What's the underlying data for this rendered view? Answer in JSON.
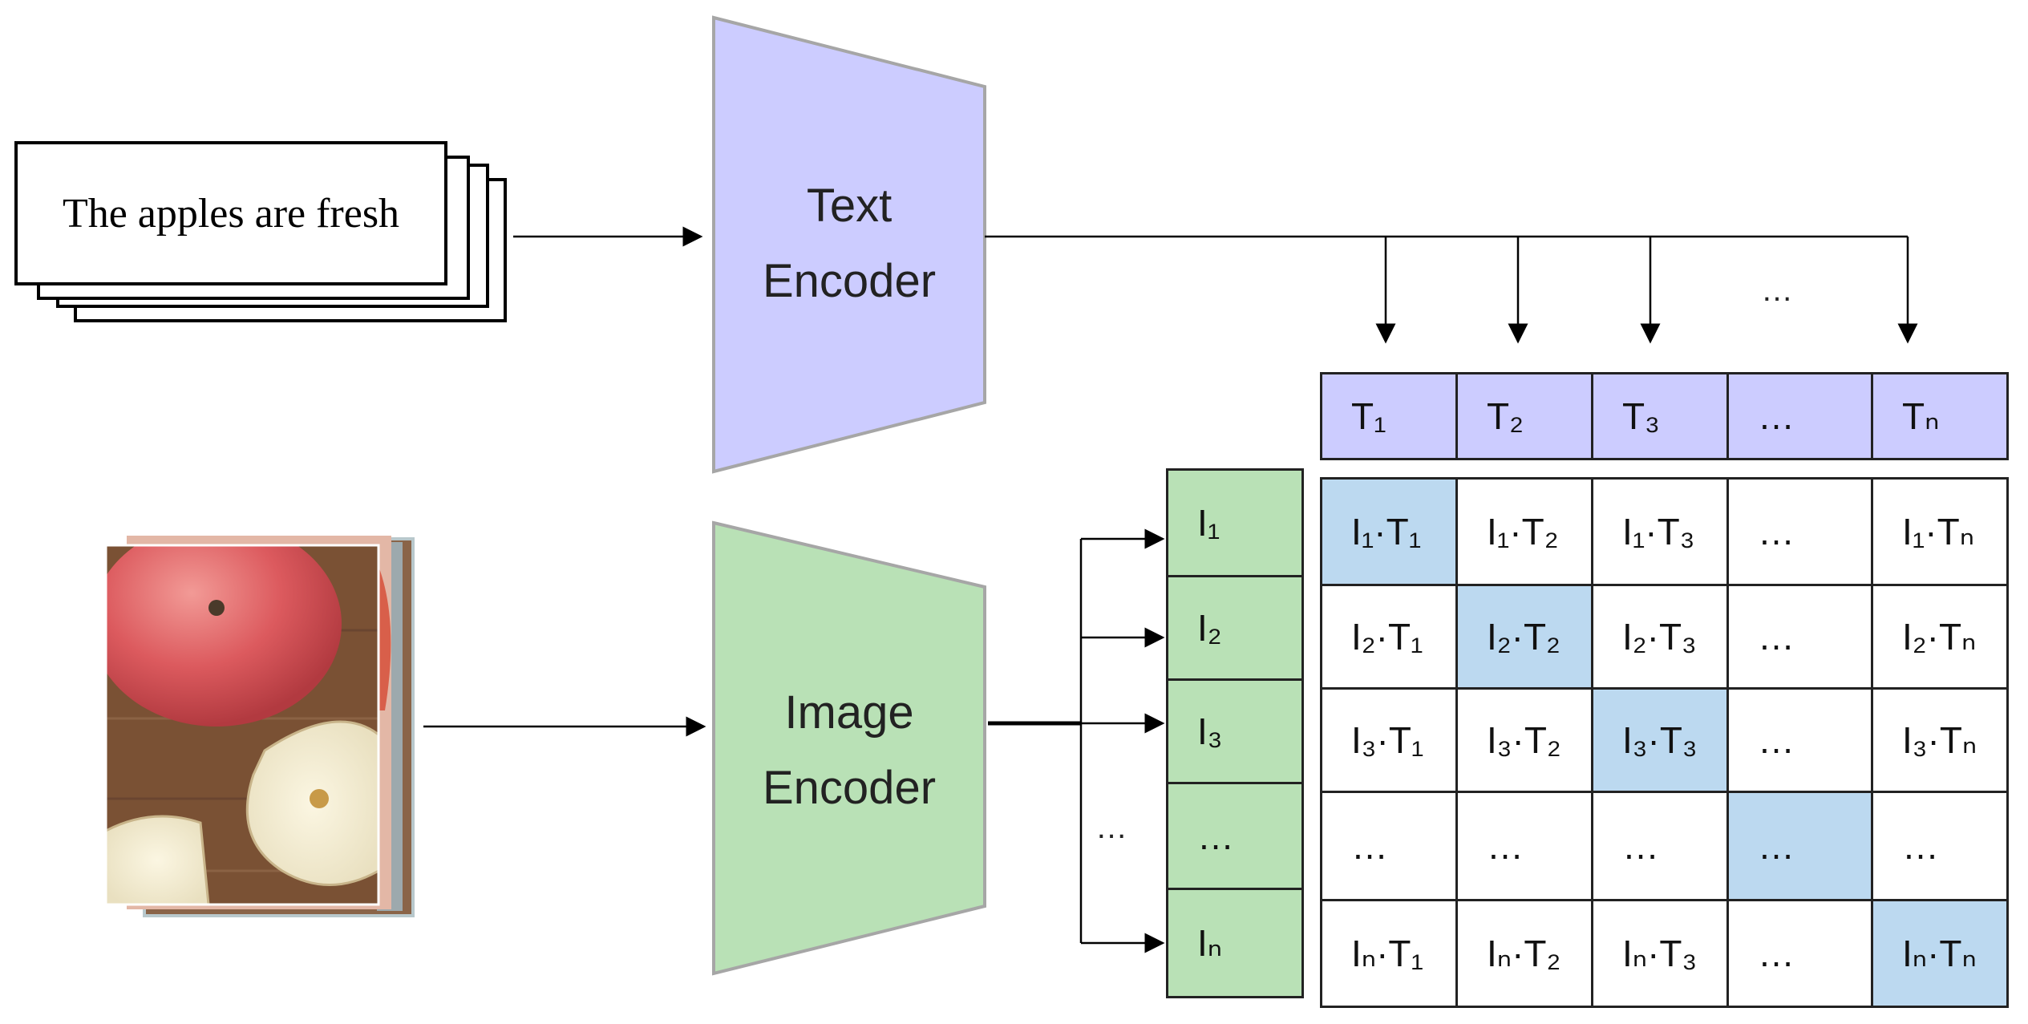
{
  "caption": "The apples are fresh",
  "text_encoder": {
    "line1": "Text",
    "line2": "Encoder",
    "color": "#ccccff"
  },
  "image_encoder": {
    "line1": "Image",
    "line2": "Encoder",
    "color": "#b9e1b6"
  },
  "highlight_color": "#bcd9f0",
  "ellipsis": "…",
  "text_features": [
    "T₁",
    "T₂",
    "T₃",
    "…",
    "Tₙ"
  ],
  "image_features": [
    "I₁",
    "I₂",
    "I₃",
    "…",
    "Iₙ"
  ],
  "matrix": [
    [
      "I₁·T₁",
      "I₁·T₂",
      "I₁·T₃",
      "…",
      "I₁·Tₙ"
    ],
    [
      "I₂·T₁",
      "I₂·T₂",
      "I₂·T₃",
      "…",
      "I₂·Tₙ"
    ],
    [
      "I₃·T₁",
      "I₃·T₂",
      "I₃·T₃",
      "…",
      "I₃·Tₙ"
    ],
    [
      "…",
      "…",
      "…",
      "…",
      "…"
    ],
    [
      "Iₙ·T₁",
      "Iₙ·T₂",
      "Iₙ·T₃",
      "…",
      "Iₙ·Tₙ"
    ]
  ]
}
